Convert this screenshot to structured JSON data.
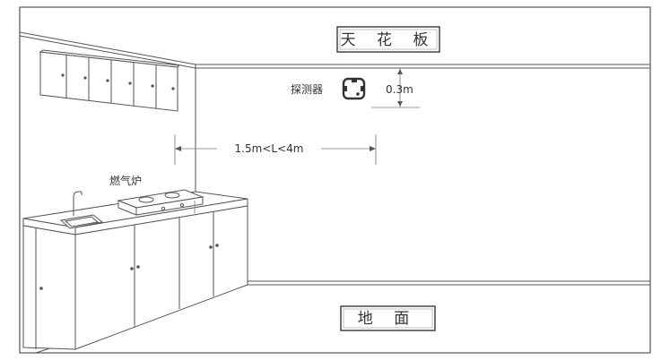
{
  "labels": {
    "ceiling": "天 花 板",
    "floor": "地   面",
    "detector": "探测器",
    "gas_stove": "燃气炉",
    "vertical_distance": "0.3m",
    "horizontal_distance": "1.5m<L<4m"
  },
  "icons": {
    "detector": "gas-detector-icon",
    "faucet": "faucet-icon",
    "stove": "gas-stove-icon"
  },
  "colors": {
    "line": "#555555",
    "text": "#333333",
    "background": "#ffffff"
  }
}
